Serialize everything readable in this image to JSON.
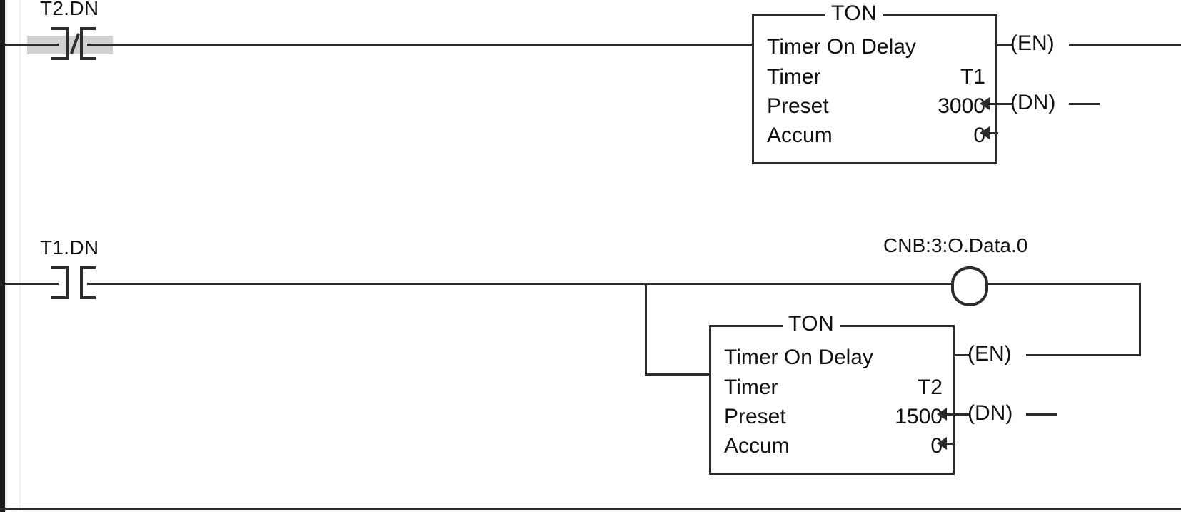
{
  "diagram": {
    "type": "ladder-logic",
    "rungs": [
      {
        "id": "rung-1",
        "contact": {
          "tag": "T2.DN",
          "kind": "normally-closed",
          "selected": true
        },
        "block": {
          "title": "TON",
          "subtitle": "Timer On Delay",
          "rows": [
            {
              "label": "Timer",
              "value": "T1"
            },
            {
              "label": "Preset",
              "value": "3000"
            },
            {
              "label": "Accum",
              "value": "0"
            }
          ],
          "outputs": [
            {
              "label": "(EN)"
            },
            {
              "label": "(DN)"
            }
          ]
        }
      },
      {
        "id": "rung-2",
        "contact": {
          "tag": "T1.DN",
          "kind": "normally-open",
          "selected": false
        },
        "coil": {
          "tag": "CNB:3:O.Data.0",
          "kind": "output-energize"
        },
        "block": {
          "title": "TON",
          "subtitle": "Timer On Delay",
          "rows": [
            {
              "label": "Timer",
              "value": "T2"
            },
            {
              "label": "Preset",
              "value": "1500"
            },
            {
              "label": "Accum",
              "value": "0"
            }
          ],
          "outputs": [
            {
              "label": "(EN)"
            },
            {
              "label": "(DN)"
            }
          ]
        }
      }
    ],
    "colors": {
      "line": "#2b2b2b",
      "text": "#111111",
      "selection": "#c9c9c9",
      "background": "#ffffff"
    }
  }
}
